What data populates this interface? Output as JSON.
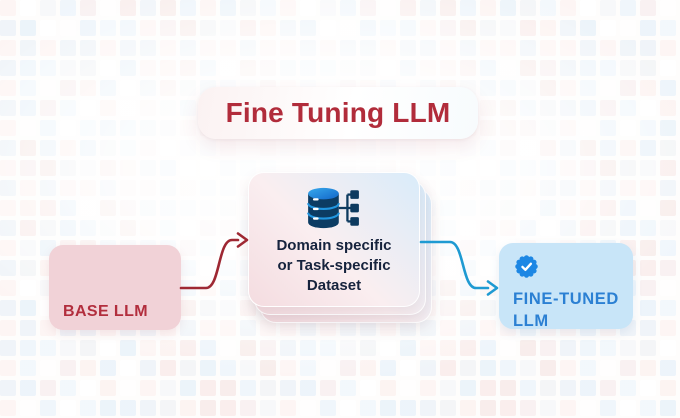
{
  "title": {
    "text": "Fine Tuning LLM"
  },
  "diagram": {
    "base_node": {
      "label": "BASE LLM"
    },
    "dataset_node": {
      "label": "Domain specific\nor Task-specific\nDataset",
      "icon": "database-schema-icon"
    },
    "fine_tuned_node": {
      "label": "FINE-TUNED\nLLM",
      "icon": "verified-badge-icon"
    },
    "connections": [
      {
        "from": "base_node",
        "to": "dataset_node",
        "color": "#9e2833",
        "style": "s-curve-up"
      },
      {
        "from": "dataset_node",
        "to": "fine_tuned_node",
        "color": "#1e9ad2",
        "style": "s-curve-down"
      }
    ]
  },
  "colors": {
    "title_text": "#b12c3b",
    "base_fill": "#f1d2d7",
    "base_text": "#b22e3d",
    "dataset_gradient_start": "#f4dce0",
    "dataset_gradient_end": "#d9ecfa",
    "dataset_text": "#16233d",
    "fine_fill": "#c8e5f8",
    "fine_text": "#2b80d3",
    "arrow_red": "#9e2833",
    "arrow_blue": "#1e9ad2",
    "icon_blue": "#1d87e4",
    "icon_navy": "#0d3a5f"
  }
}
